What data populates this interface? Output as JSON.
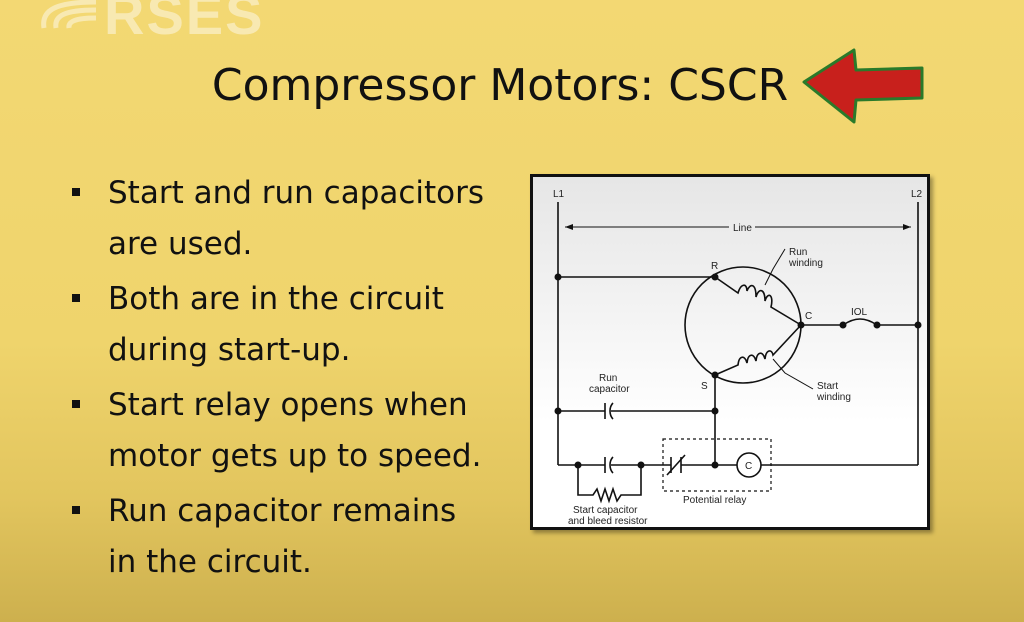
{
  "logo": {
    "text": "RSES"
  },
  "title": "Compressor Motors: CSCR",
  "bullets": [
    {
      "line1": "Start and run capacitors",
      "line2": "are used."
    },
    {
      "line1": "Both are in the circuit",
      "line2": "during start-up."
    },
    {
      "line1": "Start relay opens when",
      "line2": "motor gets up to speed."
    },
    {
      "line1": "Run capacitor remains",
      "line2": "in the circuit."
    }
  ],
  "diagram": {
    "l1": "L1",
    "l2": "L2",
    "line": "Line",
    "r": "R",
    "s": "S",
    "c": "C",
    "iol": "IOL",
    "run_winding_1": "Run",
    "run_winding_2": "winding",
    "start_winding_1": "Start",
    "start_winding_2": "winding",
    "run_capacitor_1": "Run",
    "run_capacitor_2": "capacitor",
    "potential_relay": "Potential relay",
    "relay_coil": "C",
    "start_capacitor_1": "Start capacitor",
    "start_capacitor_2": "and bleed resistor"
  },
  "colors": {
    "background": "#f0d56e",
    "arrow": "#c8201c",
    "text": "#111111"
  }
}
